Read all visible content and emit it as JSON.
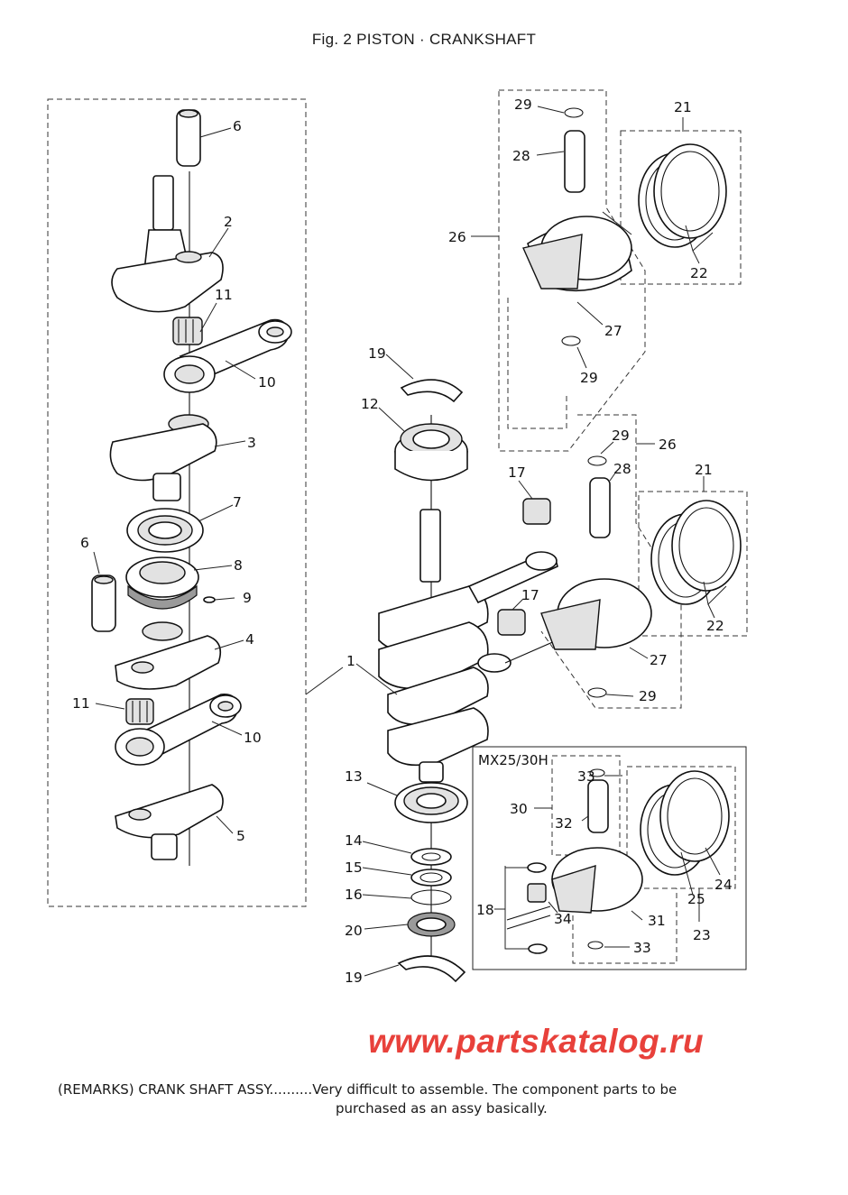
{
  "figure": {
    "title": "Fig. 2    PISTON · CRANKSHAFT"
  },
  "callouts": {
    "c1": "1",
    "c2": "2",
    "c3": "3",
    "c4": "4",
    "c5": "5",
    "c6a": "6",
    "c6b": "6",
    "c7": "7",
    "c8": "8",
    "c9": "9",
    "c10a": "10",
    "c10b": "10",
    "c11a": "11",
    "c11b": "11",
    "c12": "12",
    "c13": "13",
    "c14": "14",
    "c15": "15",
    "c16": "16",
    "c17a": "17",
    "c17b": "17",
    "c18": "18",
    "c19a": "19",
    "c19b": "19",
    "c20": "20",
    "c21a": "21",
    "c21b": "21",
    "c22a": "22",
    "c22b": "22",
    "c23": "23",
    "c24": "24",
    "c25": "25",
    "c26a": "26",
    "c26b": "26",
    "c27a": "27",
    "c27b": "27",
    "c28a": "28",
    "c28b": "28",
    "c29a": "29",
    "c29b": "29",
    "c29c": "29",
    "c29d": "29",
    "c30": "30",
    "c31": "31",
    "c32": "32",
    "c33a": "33",
    "c33b": "33",
    "c34": "34"
  },
  "inset": {
    "label": "MX25/30H"
  },
  "watermark": "www.partskatalog.ru",
  "remarks": {
    "line1": "(REMARKS) CRANK SHAFT ASSY..........Very difficult to assemble. The component parts to be",
    "line2": "purchased as an assy basically."
  }
}
